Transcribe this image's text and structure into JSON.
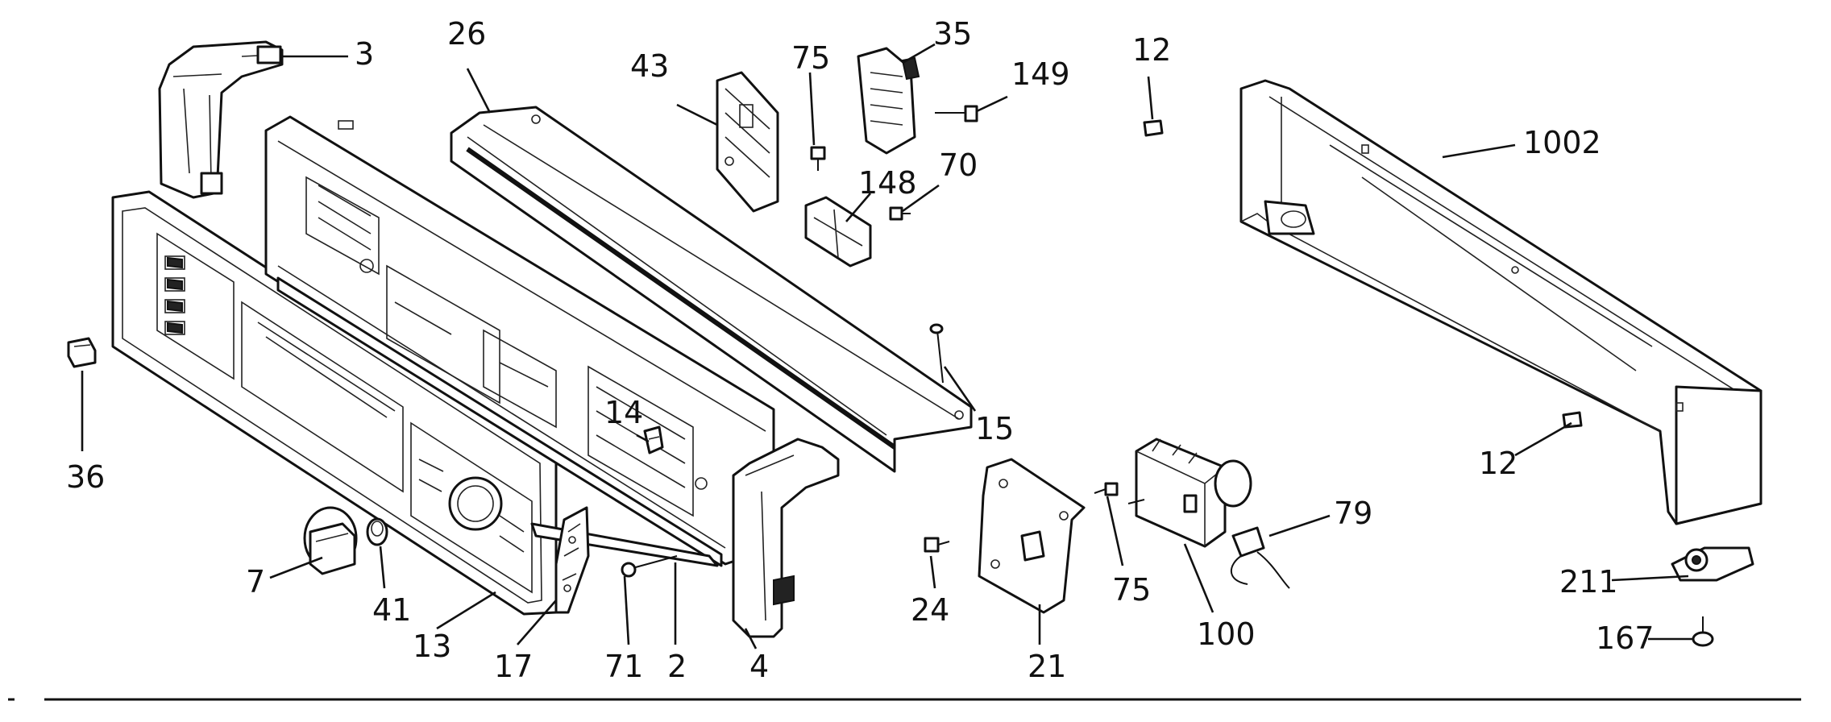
{
  "callouts": [
    {
      "id": "p3",
      "label": "3"
    },
    {
      "id": "p26",
      "label": "26"
    },
    {
      "id": "p43",
      "label": "43"
    },
    {
      "id": "p75a",
      "label": "75"
    },
    {
      "id": "p35",
      "label": "35"
    },
    {
      "id": "p149",
      "label": "149"
    },
    {
      "id": "p12a",
      "label": "12"
    },
    {
      "id": "p1002",
      "label": "1002"
    },
    {
      "id": "p148",
      "label": "148"
    },
    {
      "id": "p70",
      "label": "70"
    },
    {
      "id": "p36",
      "label": "36"
    },
    {
      "id": "p14",
      "label": "14"
    },
    {
      "id": "p15",
      "label": "15"
    },
    {
      "id": "p12b",
      "label": "12"
    },
    {
      "id": "p79",
      "label": "79"
    },
    {
      "id": "p7",
      "label": "7"
    },
    {
      "id": "p41",
      "label": "41"
    },
    {
      "id": "p75b",
      "label": "75"
    },
    {
      "id": "p211",
      "label": "211"
    },
    {
      "id": "p13",
      "label": "13"
    },
    {
      "id": "p17",
      "label": "17"
    },
    {
      "id": "p71",
      "label": "71"
    },
    {
      "id": "p2",
      "label": "2"
    },
    {
      "id": "p4",
      "label": "4"
    },
    {
      "id": "p24",
      "label": "24"
    },
    {
      "id": "p21",
      "label": "21"
    },
    {
      "id": "p100",
      "label": "100"
    },
    {
      "id": "p167",
      "label": "167"
    }
  ]
}
